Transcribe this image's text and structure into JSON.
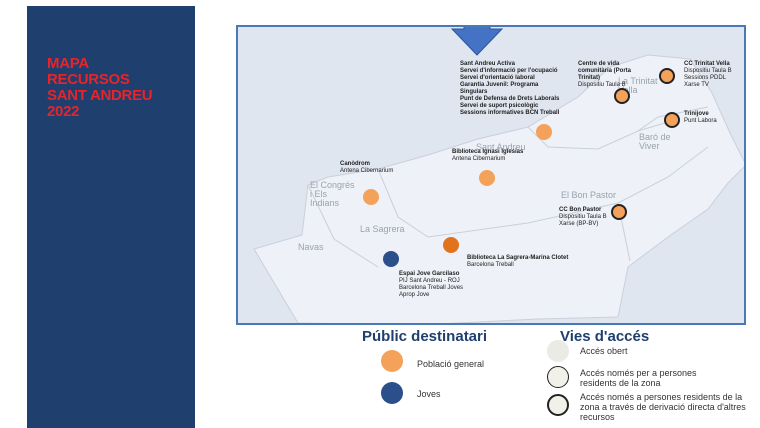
{
  "sidebar": {
    "title": "MAPA\nRECURSOS\nSANT ANDREU\n2022"
  },
  "colors": {
    "general": "#f4a15a",
    "joves": "#2a4f8a",
    "dark_orange": "#e2731d",
    "accent": "#4472c4"
  },
  "districts": [
    {
      "name": "Sant Andreu"
    },
    {
      "name": "La Trinitat\nVella"
    },
    {
      "name": "Baró de\nViver"
    },
    {
      "name": "El Congrés\ni Els\nIndians"
    },
    {
      "name": "El Bon Pastor"
    },
    {
      "name": "La Sagrera"
    },
    {
      "name": "Navas"
    }
  ],
  "resources": [
    {
      "title": "Sant Andreu Activa",
      "lines": "Servei d'informació per l'ocupació\nServei d'orientació laboral\nGarantia Juvenil: Programa\nSingulars\nPunt de Defensa de Drets Laborals\nServei de suport psicològic\nSessions informatives BCN Treball",
      "bold_all": true
    },
    {
      "title": "Centre de vida\ncomunitària (Porta\nTrinitat)",
      "lines": "Dispositiu Taula B",
      "bold_all": false
    },
    {
      "title": "CC Trinitat Vella",
      "lines": "Dispositiu Taula B\nSessions PDDL\nXarse TV",
      "bold_all": false
    },
    {
      "title": "Trinijove",
      "lines": "Punt Labora",
      "bold_all": false
    },
    {
      "title": "Biblioteca Ignasi Iglesias",
      "lines": "Antena Cibernarium",
      "bold_all": false
    },
    {
      "title": "Canòdrom",
      "lines": "Antena Cibernarium",
      "bold_all": false
    },
    {
      "title": "CC Bon Pastor",
      "lines": "Dispositiu Taula B\nXarse (BP-BV)",
      "bold_all": false
    },
    {
      "title": "Biblioteca La Sagrera-Marina Clotet",
      "lines": "Barcelona Treball",
      "bold_all": false
    },
    {
      "title": "Espai Jove Garcilaso",
      "lines": "PIJ Sant Andreu - ROJ\nBarcelona Treball Joves\nAprop Jove",
      "bold_all": false
    }
  ],
  "legend": {
    "public_title": "Públic destinatari",
    "public_items": [
      "Població general",
      "Joves"
    ],
    "access_title": "Vies d'accés",
    "access_items": [
      "Accés obert",
      "Accés només per a persones\nresidents de la zona",
      "Accés només a persones residents de la\nzona a través de derivació directa d'altres\nrecursos"
    ]
  }
}
